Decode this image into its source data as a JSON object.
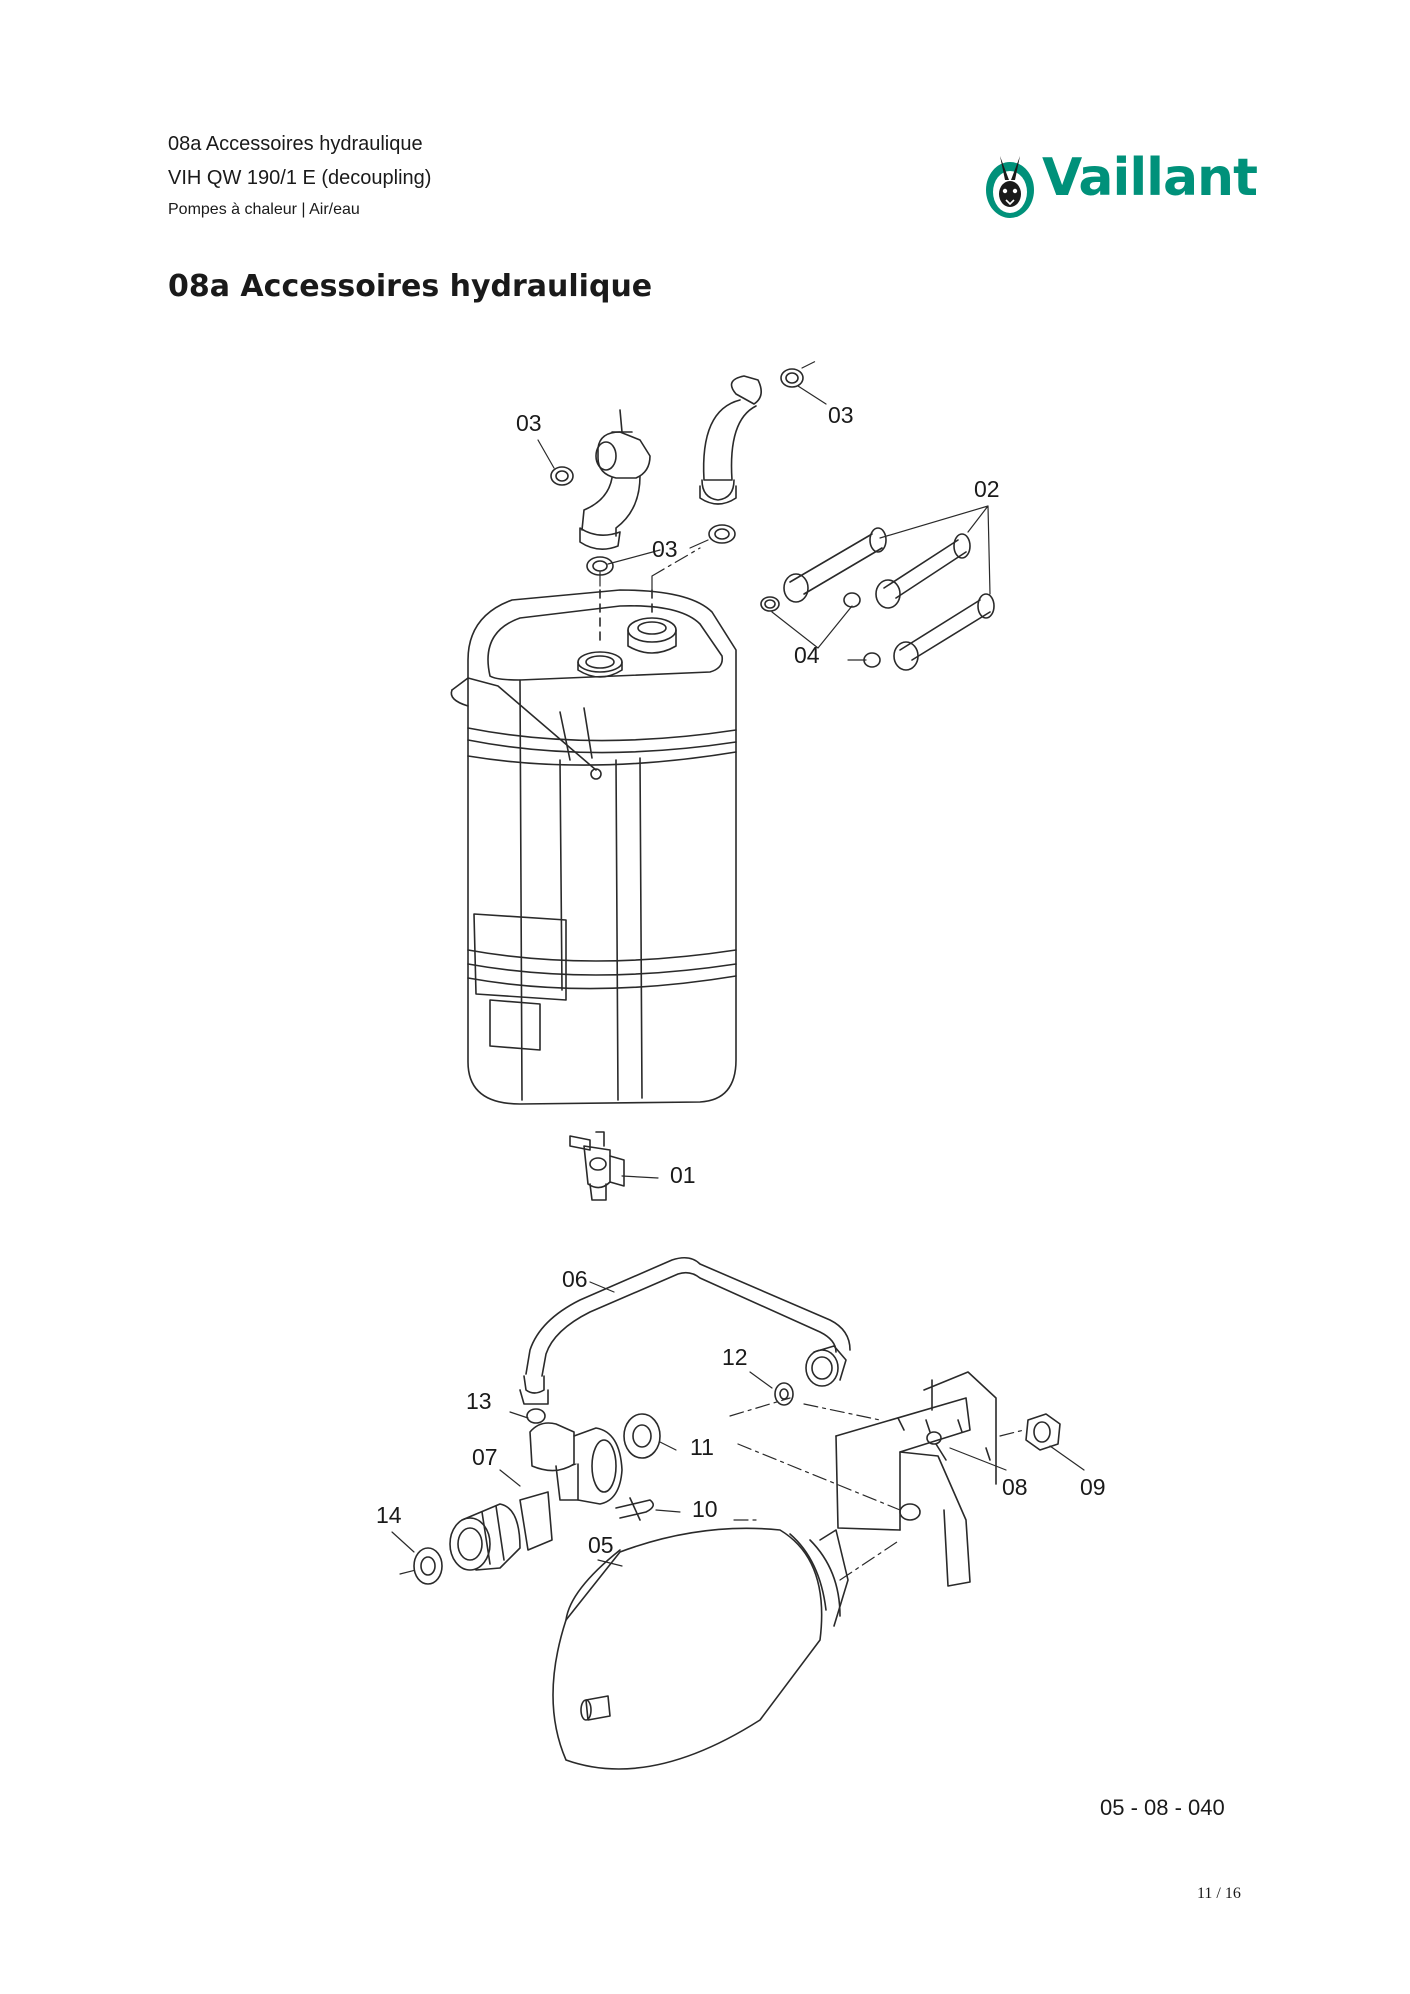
{
  "header": {
    "line1": "08a Accessoires hydraulique",
    "line2": "VIH QW 190/1 E (decoupling)",
    "line3": "Pompes à chaleur | Air/eau"
  },
  "logo": {
    "text": "Vaillant",
    "color": "#00917a",
    "icon": "hare-logo-icon"
  },
  "page_title": "08a Accessoires hydraulique",
  "callouts": {
    "c03a": "03",
    "c03b": "03",
    "c03c": "03",
    "c02": "02",
    "c04": "04",
    "c01": "01",
    "c06": "06",
    "c12": "12",
    "c13": "13",
    "c11": "11",
    "c07": "07",
    "c10": "10",
    "c14": "14",
    "c05": "05",
    "c08": "08",
    "c09": "09"
  },
  "drawing_number": "05 - 08 - 040",
  "page_number": "11 / 16"
}
